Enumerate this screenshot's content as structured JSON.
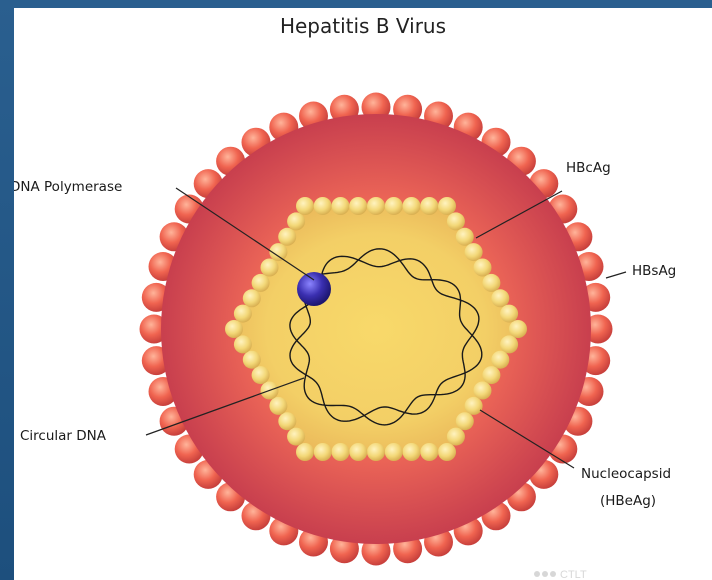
{
  "title": "Hepatitis B Virus",
  "labels": {
    "dna_polymerase": "DNA Polymerase",
    "hbcag": "HBcAg",
    "hbsag": "HBsAg",
    "circular_dna": "Circular DNA",
    "nucleocapsid": "Nucleocapsid",
    "hbeag": "(HBeAg)"
  },
  "watermark": "CTLT",
  "colors": {
    "envelope_outer": "#c83f4e",
    "envelope_inner": "#f06a58",
    "spike": "#e8584e",
    "core": "#f3d26a",
    "core_bead": "#f2d576",
    "polymerase": "#3a2fb0",
    "dna_strand": "#1a1a1a"
  }
}
